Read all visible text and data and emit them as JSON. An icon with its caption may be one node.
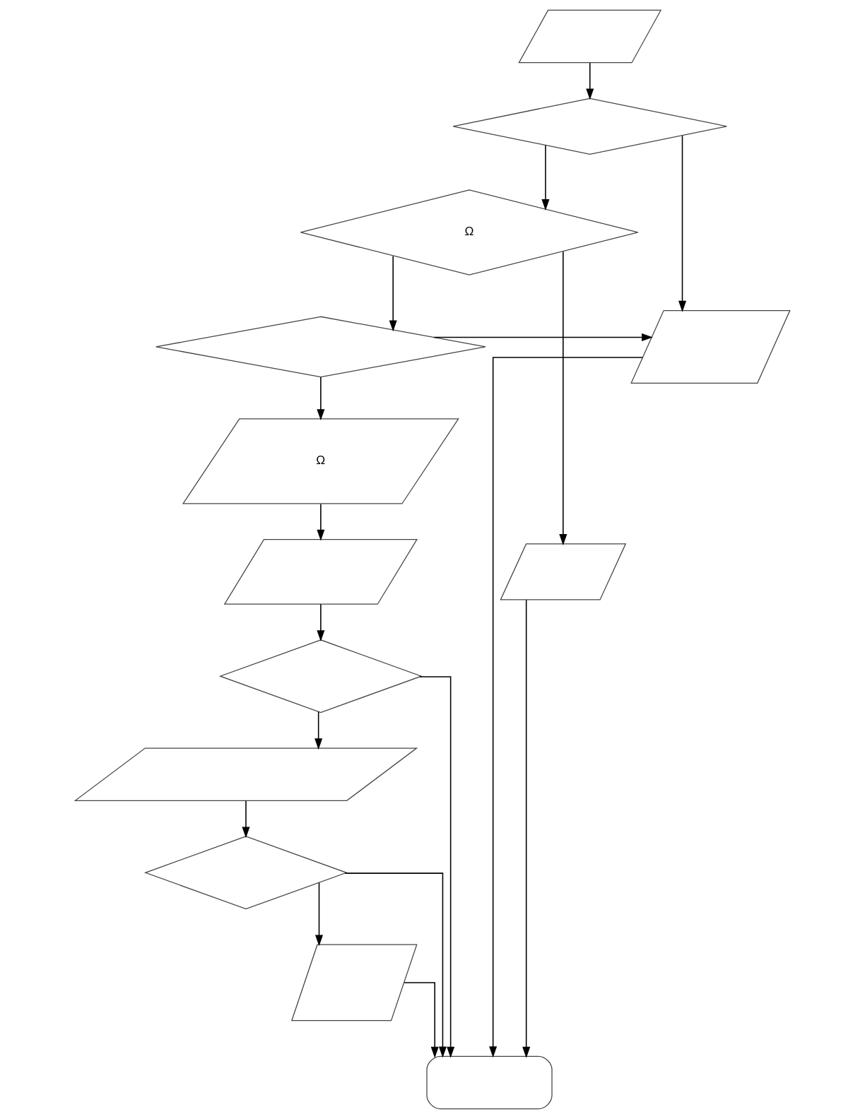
{
  "diagram": {
    "nodes": [
      {
        "text": [],
        "shape": "parallelogram"
      },
      {
        "text": [],
        "shape": "diamond"
      },
      {
        "text": [
          "Ω"
        ]
      },
      {
        "text": [],
        "shape": "diamond"
      },
      {
        "text": [],
        "shape": "parallelogram"
      },
      {
        "text": [
          "Ω"
        ]
      },
      {
        "text": [],
        "shape": "parallelogram"
      },
      {
        "text": [],
        "shape": "parallelogram"
      },
      {
        "text": [],
        "shape": "diamond"
      },
      {
        "text": [],
        "shape": "parallelogram"
      },
      {
        "text": [],
        "shape": "diamond"
      },
      {
        "text": [],
        "shape": "parallelogram"
      },
      {
        "text": [],
        "shape": "terminal"
      }
    ],
    "edges": [
      {
        "from": 0,
        "to": 1,
        "arrow": "to"
      },
      {
        "from": 1,
        "to": 2,
        "arrow": "to"
      },
      {
        "from": 1,
        "to": 4,
        "arrow": "to"
      },
      {
        "from": 2,
        "to": 6,
        "arrow": "to"
      },
      {
        "from": 2,
        "to": 3,
        "arrow": "to"
      },
      {
        "from": 3,
        "to": 4,
        "arrow": "to"
      },
      {
        "from": 3,
        "to": 5,
        "arrow": "to"
      },
      {
        "from": 5,
        "to": 7,
        "arrow": "to"
      },
      {
        "from": 7,
        "to": 8,
        "arrow": "to"
      },
      {
        "from": 8,
        "to": 12,
        "arrow": "to"
      },
      {
        "from": 8,
        "to": 9,
        "arrow": "to"
      },
      {
        "from": 9,
        "to": 10,
        "arrow": "to"
      },
      {
        "from": 10,
        "to": 12,
        "arrow": "to"
      },
      {
        "from": 10,
        "to": 11,
        "arrow": "to"
      },
      {
        "from": 11,
        "to": 12,
        "arrow": "to"
      },
      {
        "from": 6,
        "to": 12,
        "arrow": "to"
      },
      {
        "from": 4,
        "to": 12,
        "arrow": "to"
      }
    ]
  }
}
